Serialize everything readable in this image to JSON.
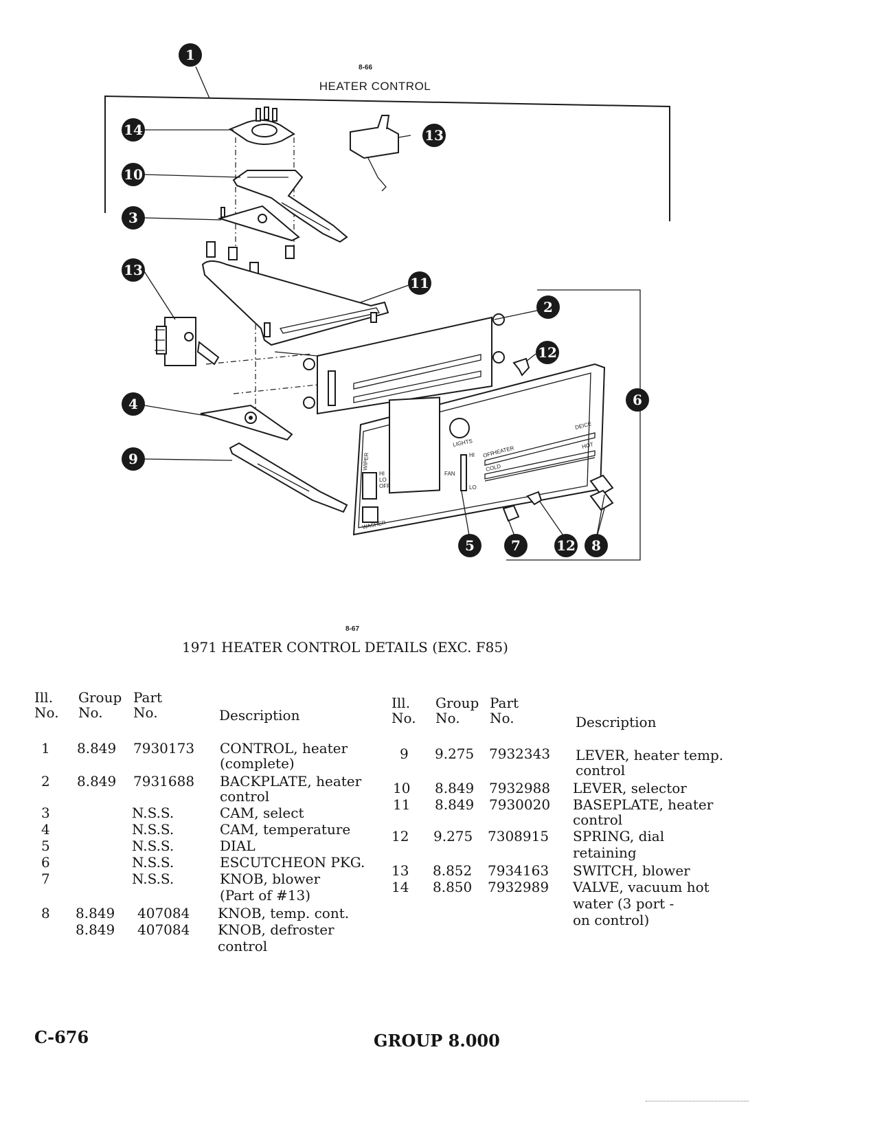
{
  "figure_top": {
    "code": "8-66",
    "title": "HEATER CONTROL"
  },
  "callouts": {
    "c1": "1",
    "c14": "14",
    "c13a": "13",
    "c10": "10",
    "c3": "3",
    "c13b": "13",
    "c11": "11",
    "c2": "2",
    "c12a": "12",
    "c6": "6",
    "c4": "4",
    "c9": "9",
    "c5": "5",
    "c7": "7",
    "c12b": "12",
    "c8": "8"
  },
  "panel_labels": {
    "lights": "LIGHTS",
    "fan": "FAN",
    "hi": "HI",
    "lo": "LO",
    "off": "OFF",
    "heater": "HEATER",
    "defrost": "DEICE",
    "cold": "COLD",
    "hot": "HOT",
    "wiper": "WIPER",
    "wiper_hi": "HI",
    "wiper_lo": "LO",
    "wiper_off": "OFF",
    "washer": "WASHER"
  },
  "figure_bottom": {
    "code": "8-67",
    "caption": "1971 HEATER CONTROL DETAILS (EXC. F85)"
  },
  "table_left": {
    "headers": {
      "ill_1": "Ill.",
      "ill_2": "No.",
      "group_1": "Group",
      "group_2": "No.",
      "part_1": "Part",
      "part_2": "No.",
      "desc": "Description"
    },
    "rows": [
      {
        "ill": "1",
        "group": "8.849",
        "part": "7930173",
        "desc": [
          "CONTROL, heater",
          "(complete)"
        ]
      },
      {
        "ill": "2",
        "group": "8.849",
        "part": "7931688",
        "desc": [
          "BACKPLATE, heater",
          "control"
        ]
      },
      {
        "ill": "3",
        "group": "",
        "part": "N.S.S.",
        "desc": [
          "CAM, select"
        ]
      },
      {
        "ill": "4",
        "group": "",
        "part": "N.S.S.",
        "desc": [
          "CAM, temperature"
        ]
      },
      {
        "ill": "5",
        "group": "",
        "part": "N.S.S.",
        "desc": [
          "DIAL"
        ]
      },
      {
        "ill": "6",
        "group": "",
        "part": "N.S.S.",
        "desc": [
          "ESCUTCHEON PKG."
        ]
      },
      {
        "ill": "7",
        "group": "",
        "part": "N.S.S.",
        "desc": [
          "KNOB, blower",
          "(Part of #13)"
        ]
      },
      {
        "ill": "8",
        "group": "8.849",
        "part": "407084",
        "desc": [
          "KNOB, temp. cont."
        ]
      },
      {
        "ill": "",
        "group": "8.849",
        "part": "407084",
        "desc": [
          "KNOB, defroster",
          "control"
        ]
      }
    ]
  },
  "table_right": {
    "headers": {
      "ill_1": "Ill.",
      "ill_2": "No.",
      "group_1": "Group",
      "group_2": "No.",
      "part_1": "Part",
      "part_2": "No.",
      "desc": "Description"
    },
    "rows": [
      {
        "ill": "9",
        "group": "9.275",
        "part": "7932343",
        "desc": [
          "LEVER, heater temp.",
          "control"
        ]
      },
      {
        "ill": "10",
        "group": "8.849",
        "part": "7932988",
        "desc": [
          "LEVER, selector"
        ]
      },
      {
        "ill": "11",
        "group": "8.849",
        "part": "7930020",
        "desc": [
          "BASEPLATE, heater",
          "control"
        ]
      },
      {
        "ill": "12",
        "group": "9.275",
        "part": "7308915",
        "desc": [
          "SPRING, dial",
          "retaining"
        ]
      },
      {
        "ill": "13",
        "group": "8.852",
        "part": "7934163",
        "desc": [
          "SWITCH, blower"
        ]
      },
      {
        "ill": "14",
        "group": "8.850",
        "part": "7932989",
        "desc": [
          "VALVE, vacuum hot",
          "water (3 port -",
          "on control)"
        ]
      }
    ]
  },
  "footer": {
    "page": "C-676",
    "group": "GROUP 8.000"
  }
}
